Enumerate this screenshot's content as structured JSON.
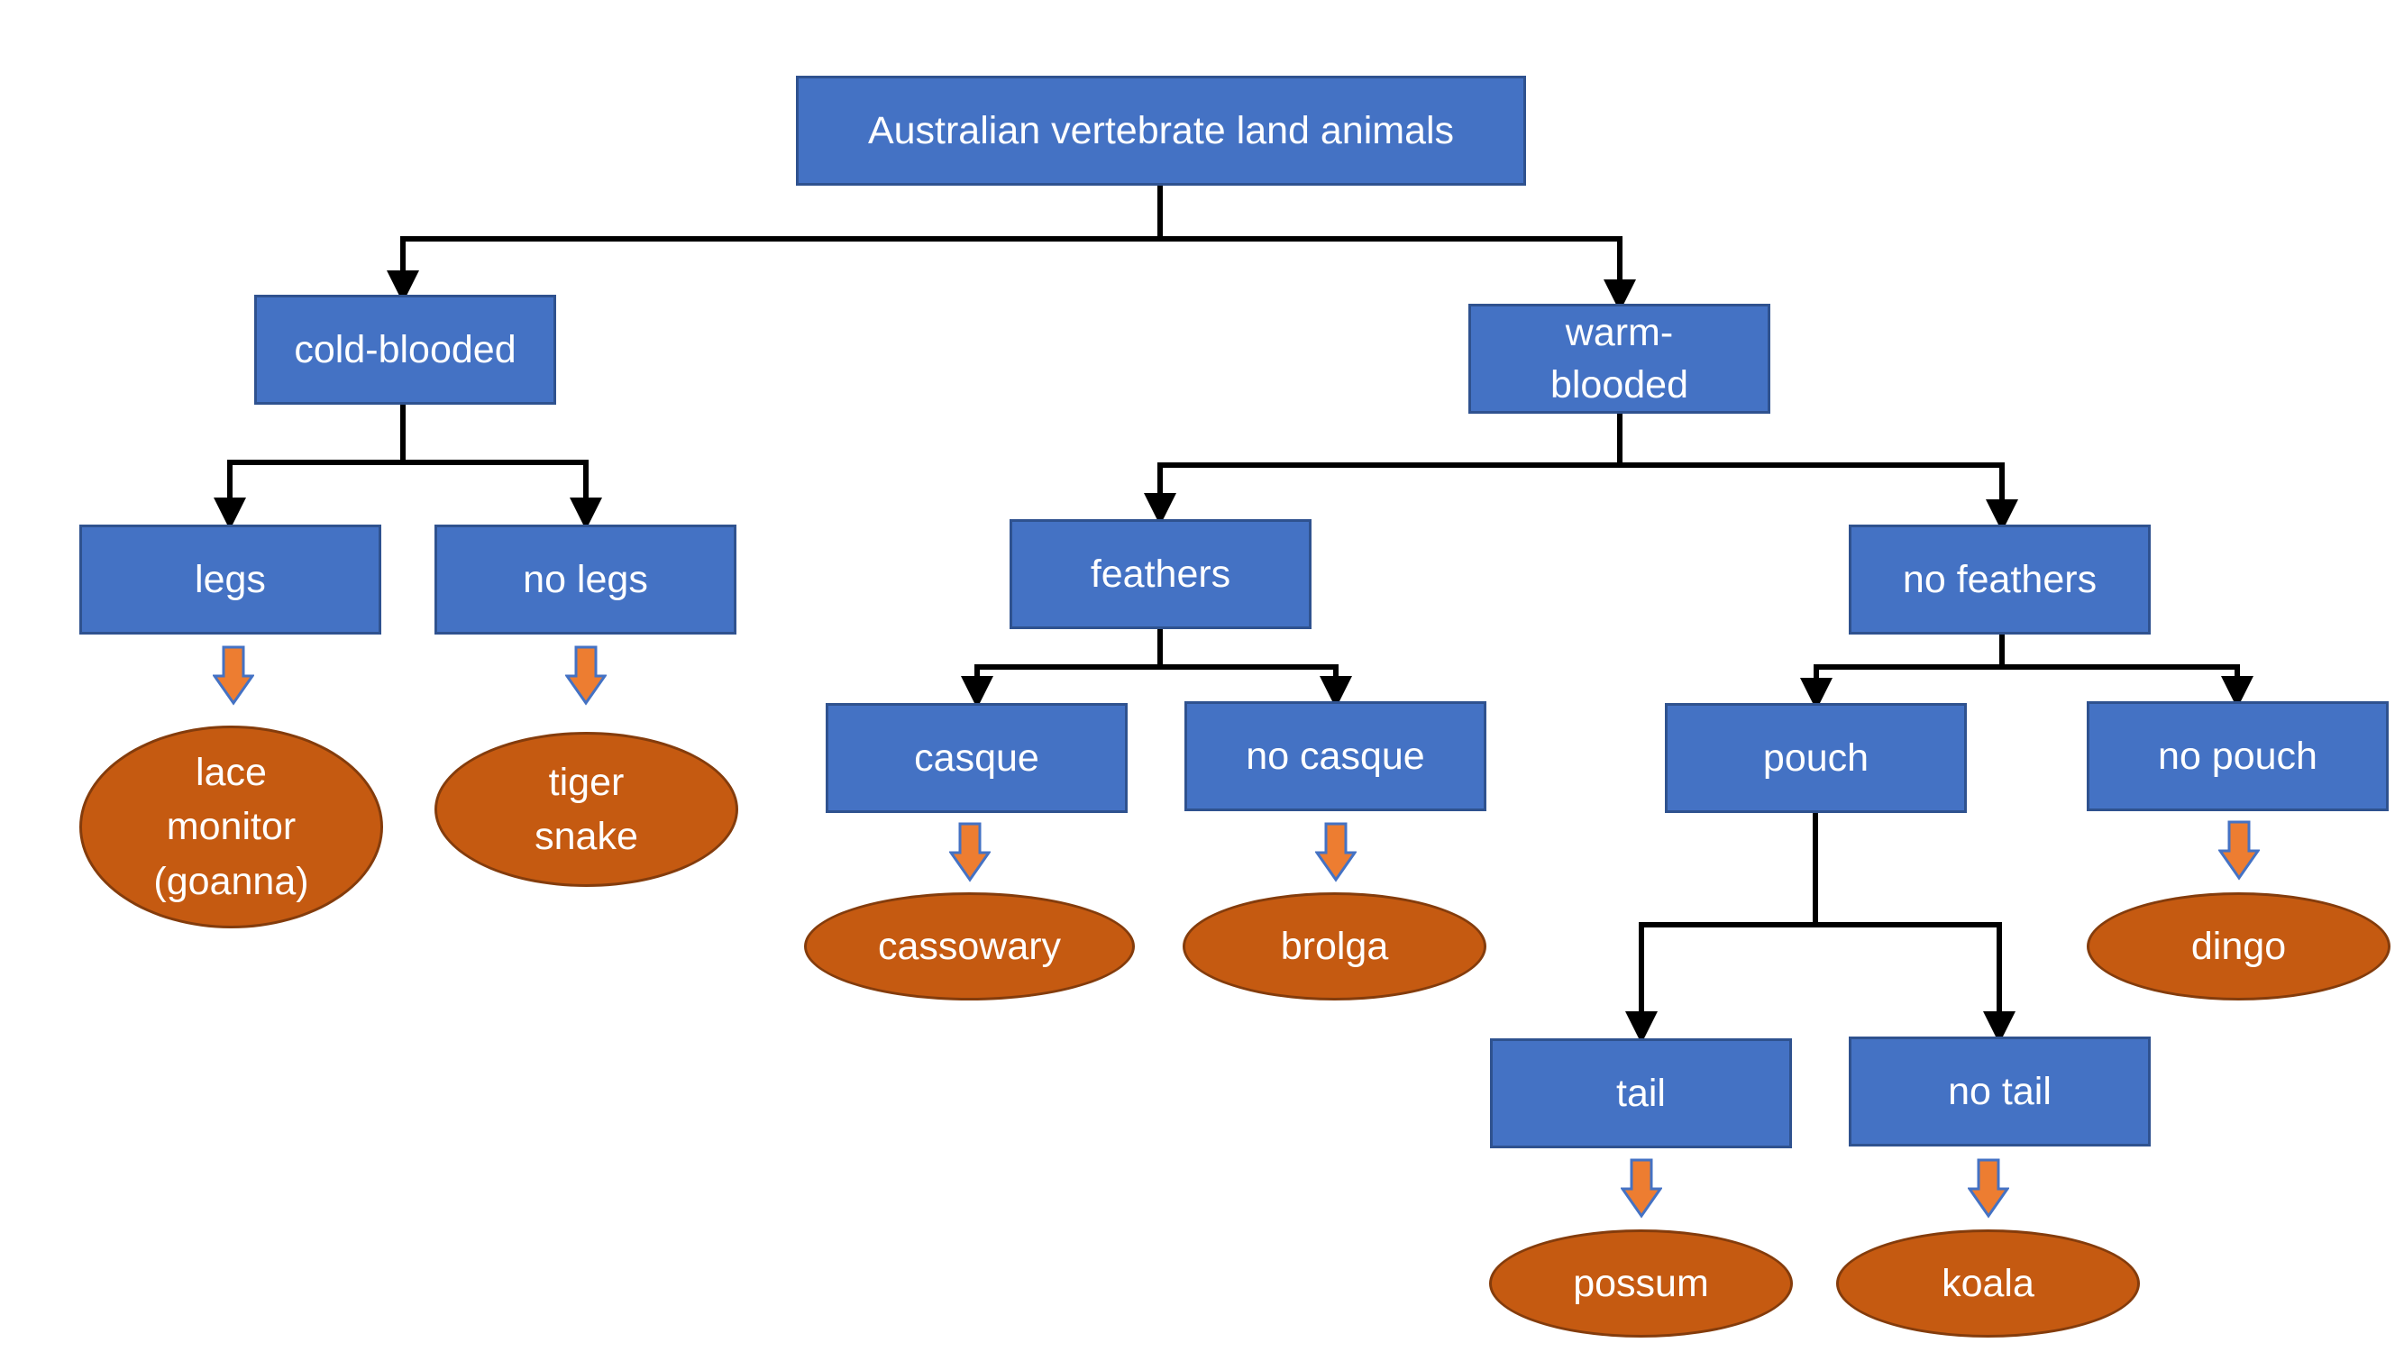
{
  "colors": {
    "node_fill": "#4472c4",
    "node_border": "#2f528f",
    "leaf_fill": "#c55a11",
    "leaf_border": "#843c0c",
    "arrow_fill": "#ed7d31",
    "arrow_border": "#4472c4",
    "connector": "#000000"
  },
  "nodes": {
    "root": "Australian vertebrate land animals",
    "cold_blooded": "cold-blooded",
    "warm_blooded": "warm-\nblooded",
    "legs": "legs",
    "no_legs": "no legs",
    "feathers": "feathers",
    "no_feathers": "no feathers",
    "casque": "casque",
    "no_casque": "no casque",
    "pouch": "pouch",
    "no_pouch": "no pouch",
    "tail": "tail",
    "no_tail": "no tail"
  },
  "leaves": {
    "lace_monitor": "lace\nmonitor\n(goanna)",
    "tiger_snake": "tiger\nsnake",
    "cassowary": "cassowary",
    "brolga": "brolga",
    "dingo": "dingo",
    "possum": "possum",
    "koala": "koala"
  }
}
